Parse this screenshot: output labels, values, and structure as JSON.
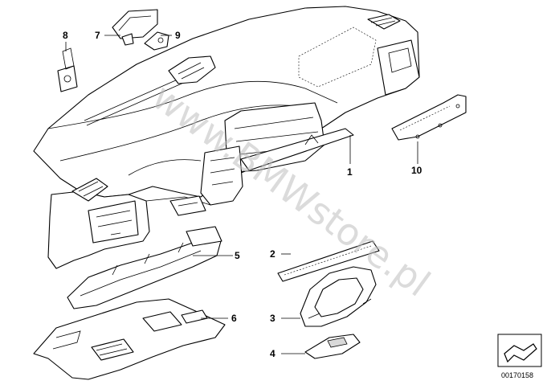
{
  "watermark": "www.BMWstore.pl",
  "reference_number": "00170158",
  "callouts": [
    {
      "id": "1",
      "label": "1"
    },
    {
      "id": "2",
      "label": "2"
    },
    {
      "id": "3",
      "label": "3"
    },
    {
      "id": "4",
      "label": "4"
    },
    {
      "id": "5",
      "label": "5"
    },
    {
      "id": "6",
      "label": "6"
    },
    {
      "id": "7",
      "label": "7"
    },
    {
      "id": "8",
      "label": "8"
    },
    {
      "id": "9",
      "label": "9"
    },
    {
      "id": "10",
      "label": "10"
    }
  ]
}
